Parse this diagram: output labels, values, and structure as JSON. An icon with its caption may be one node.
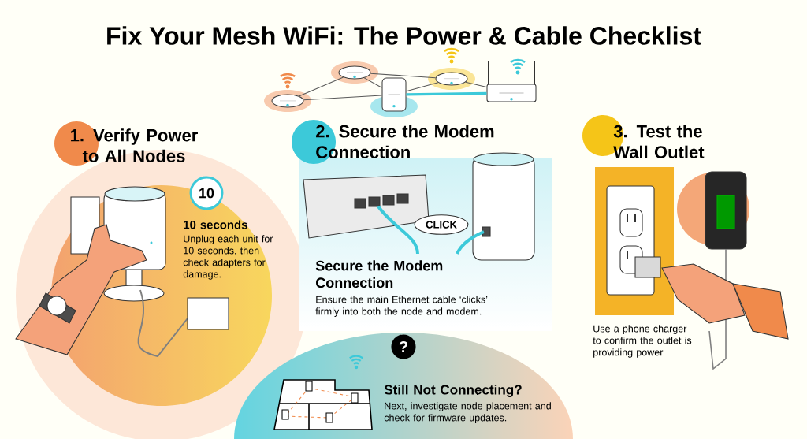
{
  "diagram": {
    "title": "Fix Your Mesh WiFi: The Power & Cable Checklist",
    "nodes": [
      {
        "text": [],
        "shape": "picture"
      },
      {
        "text": [],
        "shape": "picture"
      },
      {
        "text": [],
        "shape": "picture"
      },
      {
        "text": [],
        "shape": "picture"
      },
      {
        "text": [],
        "shape": "picture"
      },
      {
        "text": [
          "10"
        ]
      },
      {
        "text": [
          "CLICK"
        ]
      },
      {
        "text": [
          "?"
        ]
      }
    ],
    "edges": [
      {
        "from": 0,
        "to": 1,
        "arrow": "none"
      },
      {
        "from": 0,
        "to": 2,
        "arrow": "none"
      },
      {
        "from": 1,
        "to": 2,
        "arrow": "none"
      },
      {
        "from": 1,
        "to": 3,
        "arrow": "none"
      },
      {
        "from": 2,
        "to": 3,
        "arrow": "none"
      },
      {
        "from": 3,
        "to": 4,
        "arrow": "none"
      },
      {
        "from": 2,
        "to": 4,
        "arrow": "none",
        "style": "thick",
        "color": "#3cc9d9"
      }
    ],
    "labels": [
      "1. Verify Power to All Nodes",
      "10 seconds",
      "Unplug each unit for 10 seconds, then check adapters for damage.",
      "2. Secure the Modem Connection",
      "Secure the Modem Connection",
      "Ensure the main Ethernet cable ‘clicks’ firmly into both the node and modem.",
      "3. Test the Wall Outlet",
      "Use a phone charger to confirm the outlet is providing power.",
      "Still Not Connecting?",
      "Next, investigate node placement and check for firmware updates."
    ]
  }
}
